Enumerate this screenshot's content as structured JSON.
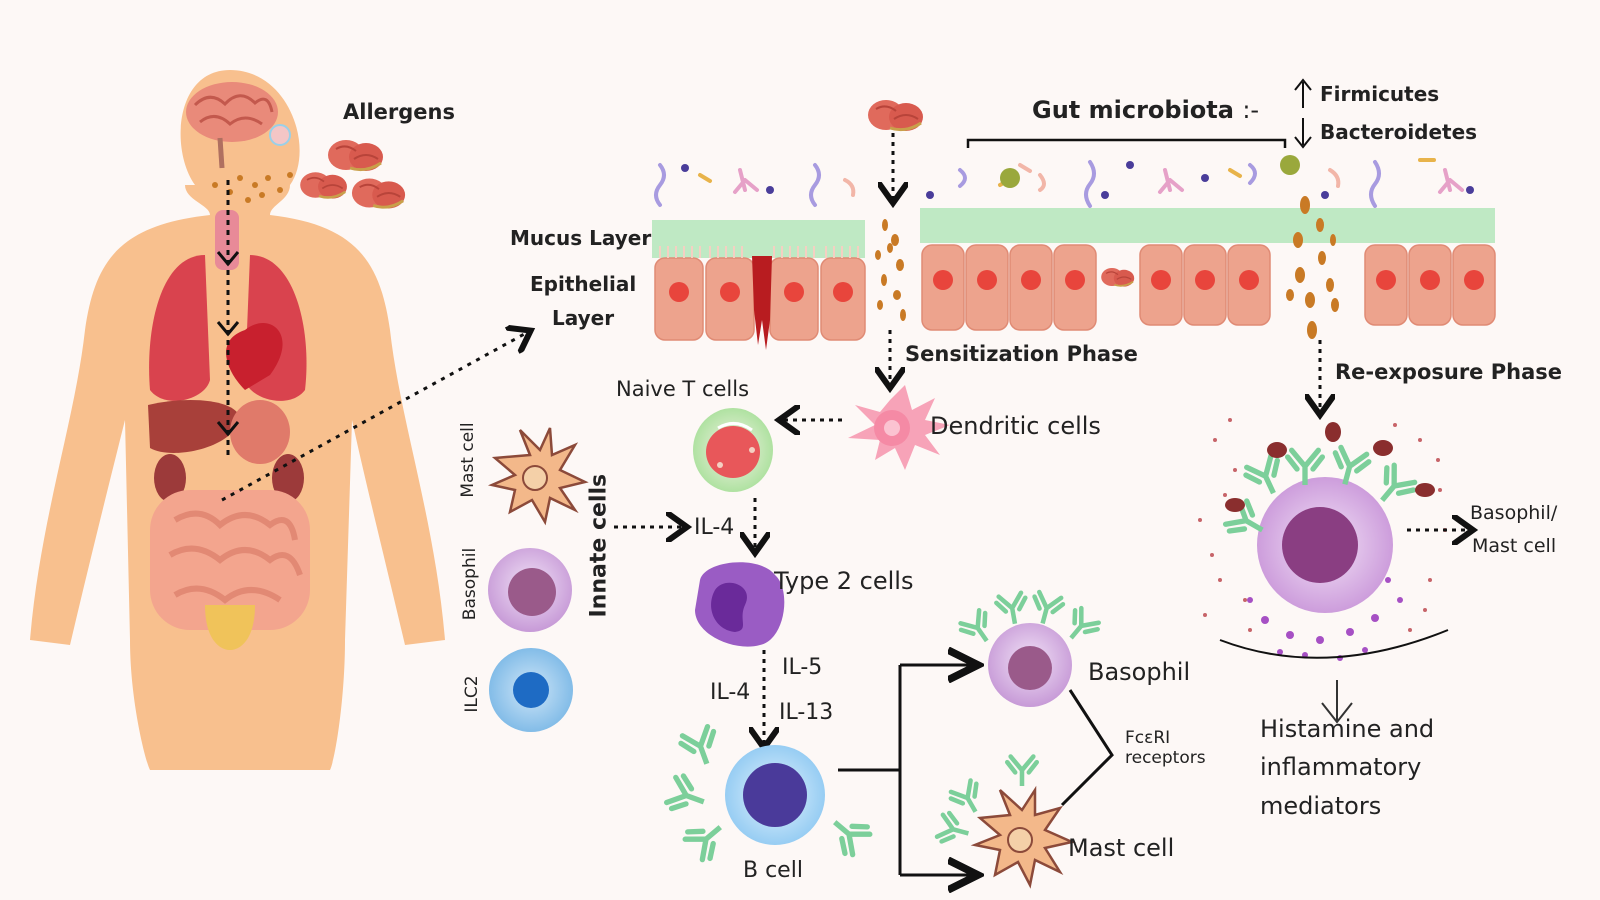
{
  "labels": {
    "allergens": "Allergens",
    "gut_microbiota": "Gut microbiota",
    "gut_suffix": ":-",
    "firmicutes": "Firmicutes",
    "bacteroidetes": "Bacteroidetes",
    "mucus_layer": "Mucus Layer",
    "epithelial_line1": "Epithelial",
    "epithelial_line2": "Layer",
    "sensitization_phase": "Sensitization Phase",
    "reexposure_phase": "Re-exposure Phase",
    "naive_t_cells": "Naive T cells",
    "dendritic_cells": "Dendritic cells",
    "mast_cell_vertical": "Mast cell",
    "basophil_vertical": "Basophil",
    "ilc2": "ILC2",
    "innate_cells": "Innate cells",
    "il4_top": "IL-4",
    "type2_cells": "Type 2 cells",
    "il5": "IL-5",
    "il4_mid": "IL-4",
    "il13": "IL-13",
    "b_cell": "B cell",
    "basophil": "Basophil",
    "fceri_line1": "FcεRI",
    "fceri_line2": "receptors",
    "mast_cell": "Mast cell",
    "basophil_mast_line1": "Basophil/",
    "basophil_mast_line2": "Mast cell",
    "histamine_line1": "Histamine and",
    "histamine_line2": "inflammatory",
    "histamine_line3": "mediators"
  },
  "arrows": {
    "firmicutes_direction": "up",
    "bacteroidetes_direction": "down"
  },
  "colors": {
    "body_skin": "#f8c08e",
    "mucus": "#bfe9c4",
    "epithelium": "#eda38d",
    "nucleus": "#e8453c",
    "allergen": "#e06a5c",
    "antibody": "#7ccf9a",
    "basophil": "#c79ad7",
    "bcell": "#8fc9f2",
    "ilc2": "#5fa8e0",
    "dendritic": "#f7a3b8",
    "type2": "#9a5cc4"
  }
}
